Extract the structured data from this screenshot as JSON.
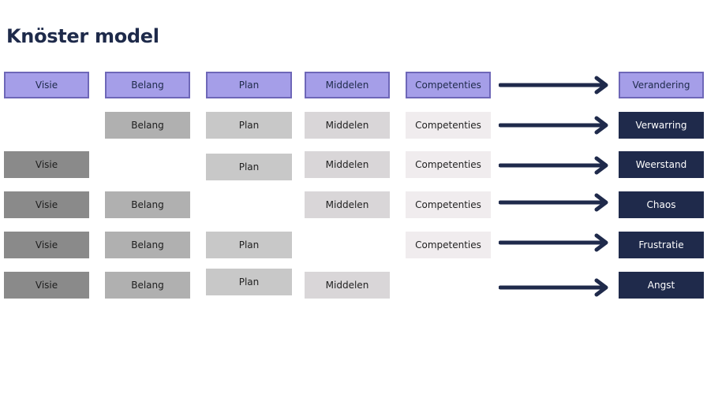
{
  "title": "Knöster model",
  "header": {
    "visie": "Visie",
    "belang": "Belang",
    "plan": "Plan",
    "middelen": "Middelen",
    "competenties": "Competenties",
    "outcome": "Verandering"
  },
  "rows": [
    {
      "belang": "Belang",
      "plan": "Plan",
      "middelen": "Middelen",
      "competenties": "Competenties",
      "outcome": "Verwarring"
    },
    {
      "visie": "Visie",
      "plan": "Plan",
      "middelen": "Middelen",
      "competenties": "Competenties",
      "outcome": "Weerstand"
    },
    {
      "visie": "Visie",
      "belang": "Belang",
      "middelen": "Middelen",
      "competenties": "Competenties",
      "outcome": "Chaos"
    },
    {
      "visie": "Visie",
      "belang": "Belang",
      "plan": "Plan",
      "competenties": "Competenties",
      "outcome": "Frustratie"
    },
    {
      "visie": "Visie",
      "belang": "Belang",
      "plan": "Plan",
      "middelen": "Middelen",
      "outcome": "Angst"
    }
  ],
  "colors": {
    "header_fill": "#a59ee8",
    "header_border": "#6e67b8",
    "outcome_fill": "#1f2a4b",
    "arrow": "#1f2a4b"
  }
}
